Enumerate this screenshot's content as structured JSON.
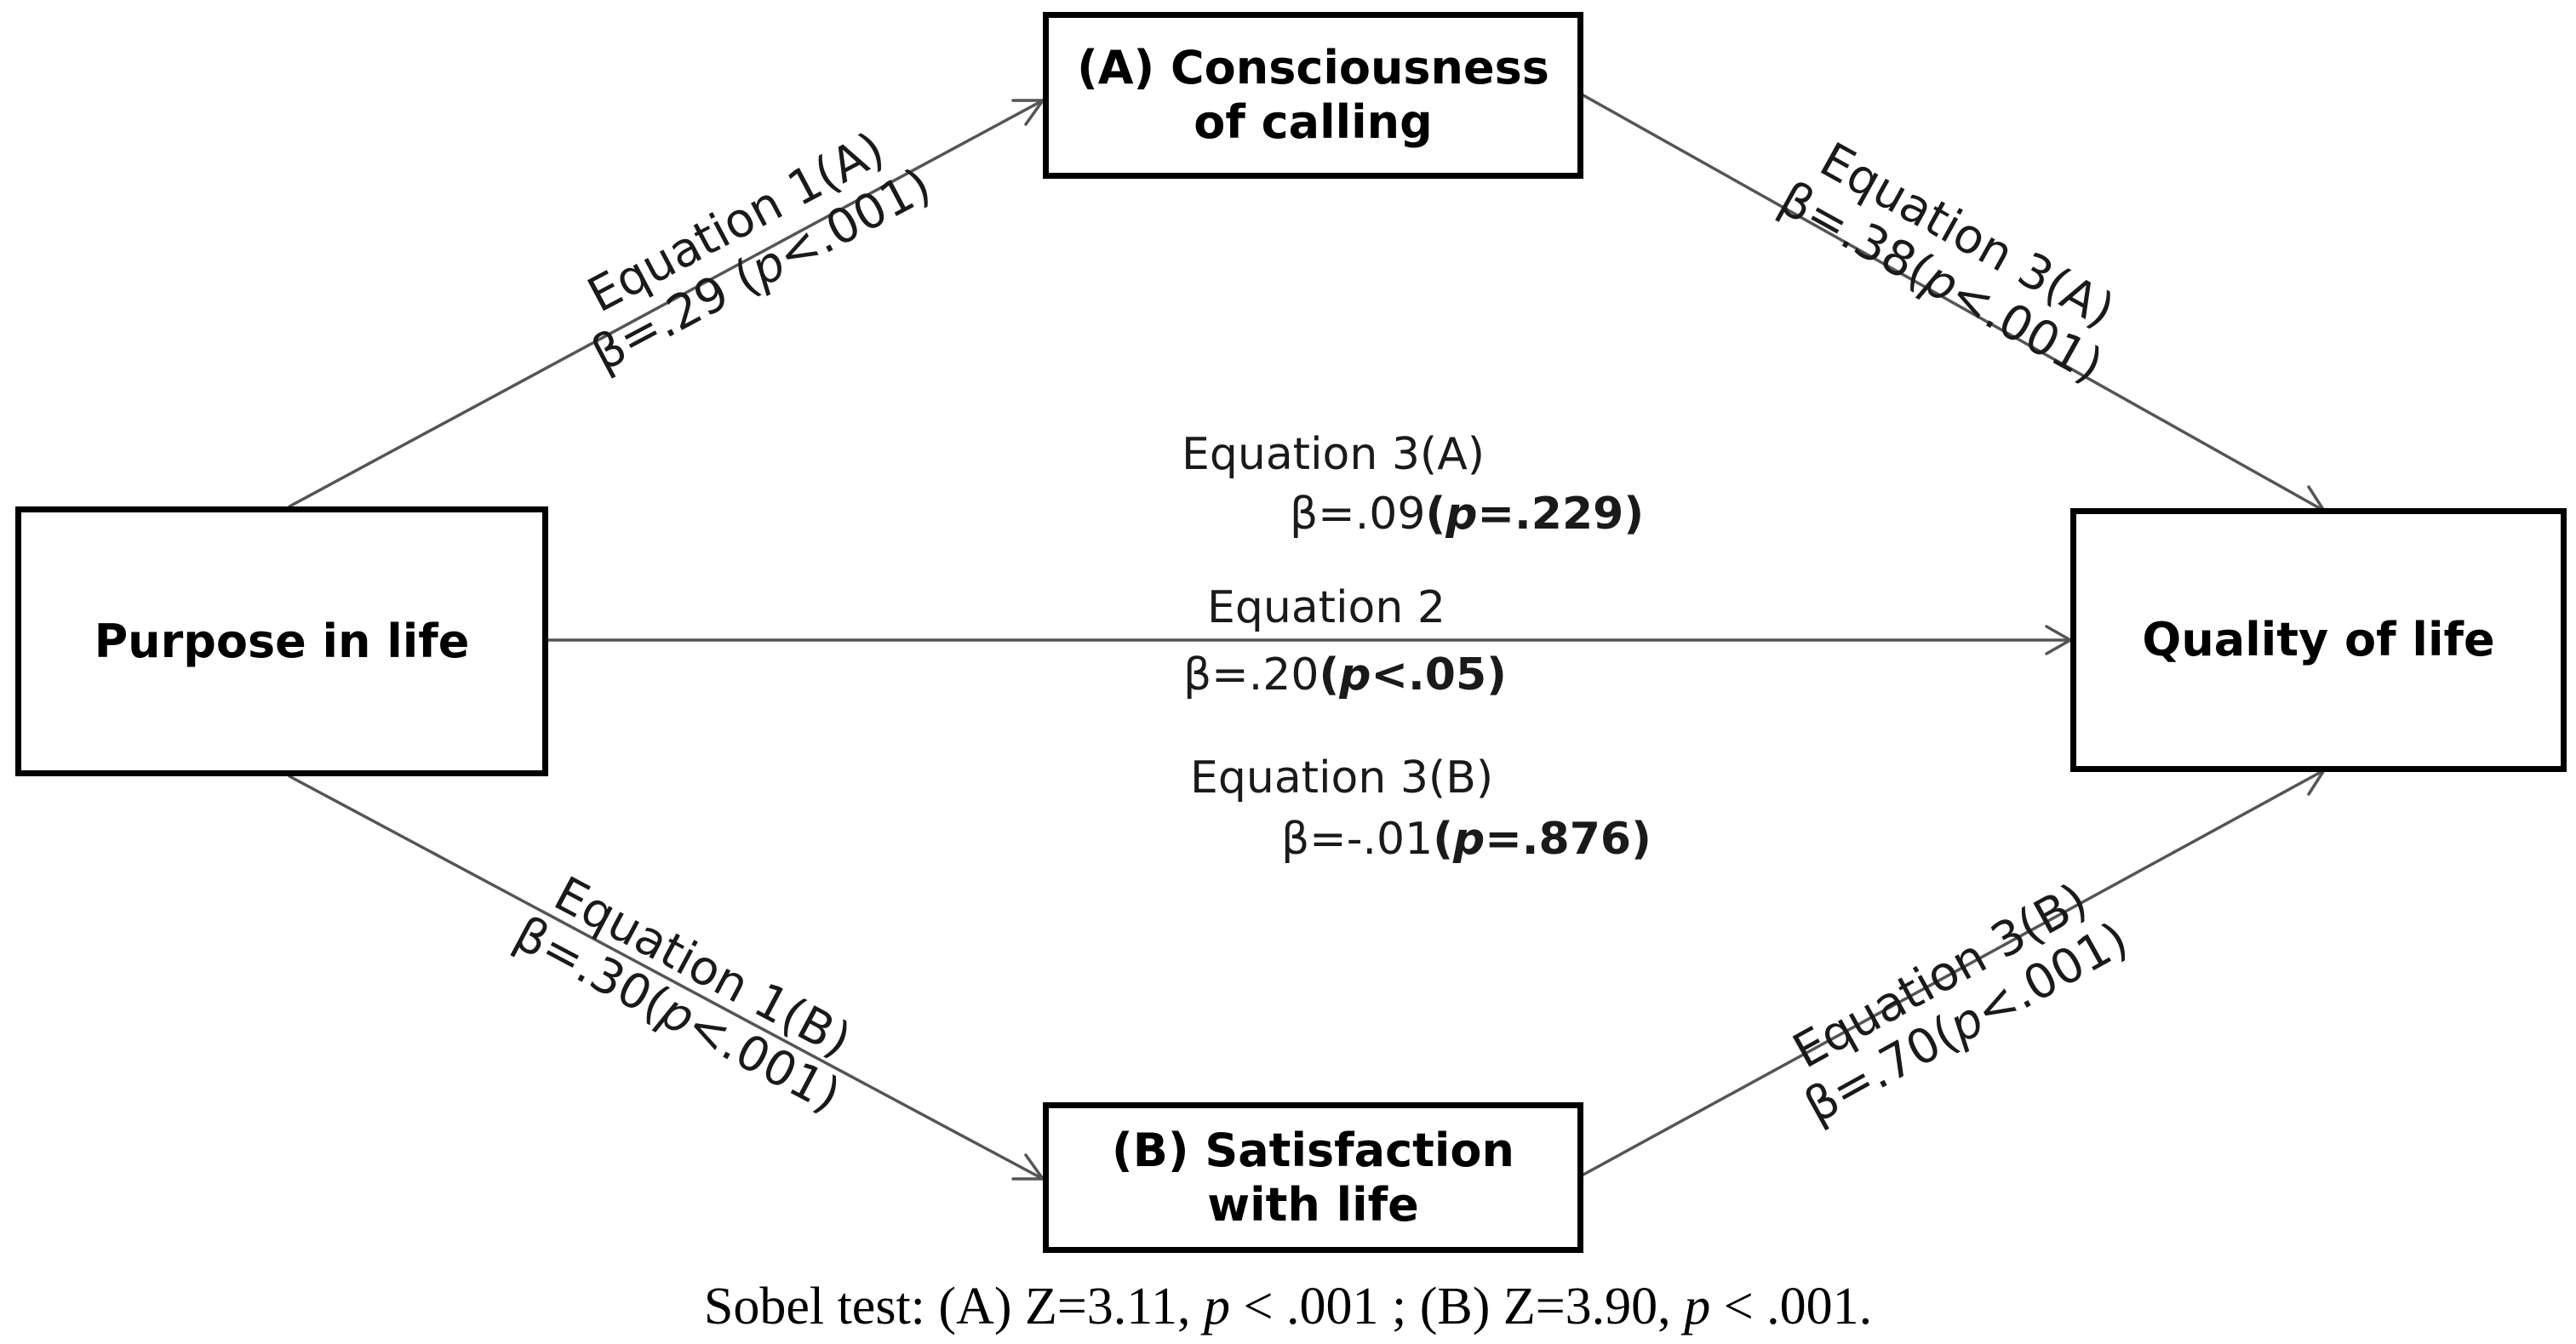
{
  "nodes": {
    "purpose": {
      "lines": [
        "Purpose in life"
      ]
    },
    "calling": {
      "lines": [
        "(A) Consciousness",
        "of calling"
      ]
    },
    "satisfaction": {
      "lines": [
        "(B) Satisfaction",
        "with life"
      ]
    },
    "quality": {
      "lines": [
        "Quality of life"
      ]
    }
  },
  "edges": {
    "eq1a": {
      "label": "Equation 1(A)",
      "beta": "β=.29",
      "p_prefix": "(",
      "p_symbol": "p",
      "p_value": "<.001)"
    },
    "eq3a_right": {
      "label": "Equation 3(A)",
      "beta": "β=.38",
      "p_prefix": "(",
      "p_symbol": "p",
      "p_value": "<.001)"
    },
    "eq1b": {
      "label": "Equation 1(B)",
      "beta": "β=.30",
      "p_prefix": "(",
      "p_symbol": "p",
      "p_value": "<.001)"
    },
    "eq3b_right": {
      "label": "Equation 3(B)",
      "beta": "β=.70",
      "p_prefix": "(",
      "p_symbol": "p",
      "p_value": "<.001)"
    },
    "eq3a_center": {
      "label": "Equation 3(A)",
      "beta": "β=.09",
      "p_prefix": "(",
      "p_symbol": "p",
      "p_value": "=.229)"
    },
    "eq2": {
      "label": "Equation 2",
      "beta": "β=.20",
      "p_prefix": "(",
      "p_symbol": "p",
      "p_value": "<.05)"
    },
    "eq3b_center": {
      "label": "Equation 3(B)",
      "beta": "β=-.01",
      "p_prefix": "(",
      "p_symbol": "p",
      "p_value": "=.876)"
    }
  },
  "sobel": {
    "prefix": "Sobel test: (A) Z=3.11, ",
    "p1": "p",
    "mid": " < .001 ; (B) Z=3.90, ",
    "p2": "p",
    "suffix": " < .001."
  },
  "colors": {
    "box_border": "#000000",
    "arrow": "#555555",
    "text": "#1a1a1a"
  }
}
